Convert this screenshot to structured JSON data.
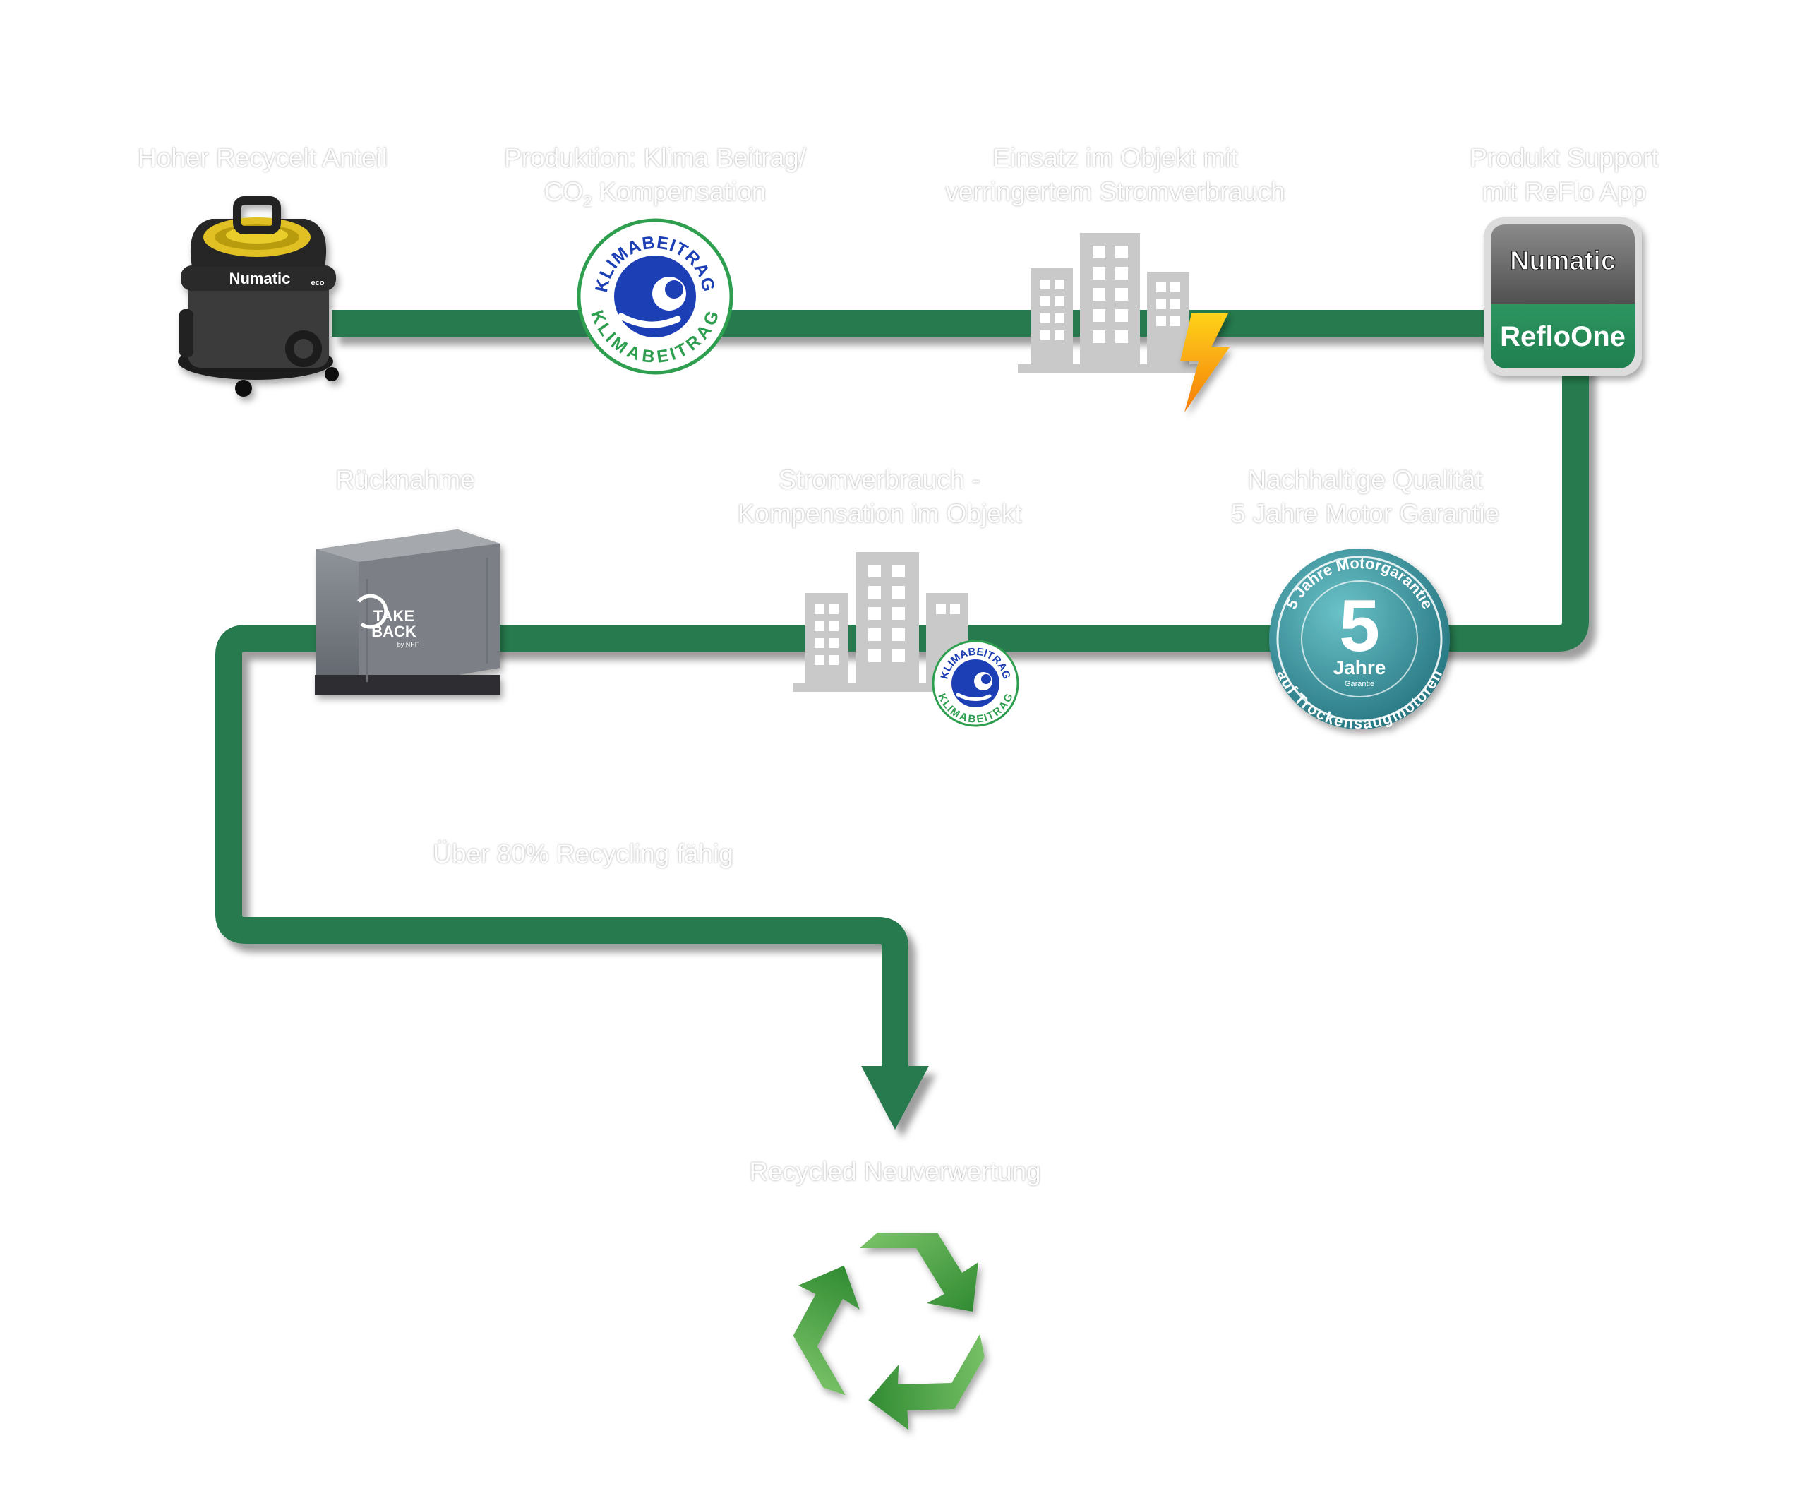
{
  "steps": [
    {
      "id": "recycled",
      "label": "Hoher Recycelt Anteil"
    },
    {
      "id": "production",
      "label_line1": "Produktion: Klima Beitrag/",
      "label_line2_prefix": "CO",
      "label_line2_sub": "2",
      "label_line2_suffix": " Kompensation"
    },
    {
      "id": "usage",
      "label_line1": "Einsatz im Objekt mit",
      "label_line2": "verringertem Stromverbrauch"
    },
    {
      "id": "support",
      "label_line1": "Produkt Support",
      "label_line2": "mit ReFlo App"
    },
    {
      "id": "quality",
      "label_line1": "Nachhaltige Qualität",
      "label_line2": "5 Jahre Motor Garantie"
    },
    {
      "id": "power-comp",
      "label_line1": "Stromverbrauch -",
      "label_line2": "Kompensation im Objekt"
    },
    {
      "id": "takeback",
      "label": "Rücknahme"
    },
    {
      "id": "recyclable",
      "label": "Über 80% Recycling fähig"
    },
    {
      "id": "reuse",
      "label": "Recycled Neuverwertung"
    }
  ],
  "logos": {
    "klimabeitrag_text": "KLIMABEITRAG",
    "numatic_brand": "Numatic",
    "vacuum_model": "eco",
    "app_name": "RefloOne",
    "takeback_line1": "TAKE",
    "takeback_line2": "BACK",
    "takeback_by": "by NHF",
    "warranty_number": "5",
    "warranty_word": "Jahre",
    "warranty_small": "Garantie",
    "warranty_top_arc": "5 Jahre Motorgarantie",
    "warranty_bottom_arc": "auf Trockensaugmotoren"
  },
  "colors": {
    "path_green": "#277a4e",
    "klima_blue": "#1d3fb5",
    "klima_green": "#2e9e4f",
    "building_grey": "#c9c9c9",
    "teal": "#3b8e97",
    "recycle_green": "#4aa33b"
  }
}
